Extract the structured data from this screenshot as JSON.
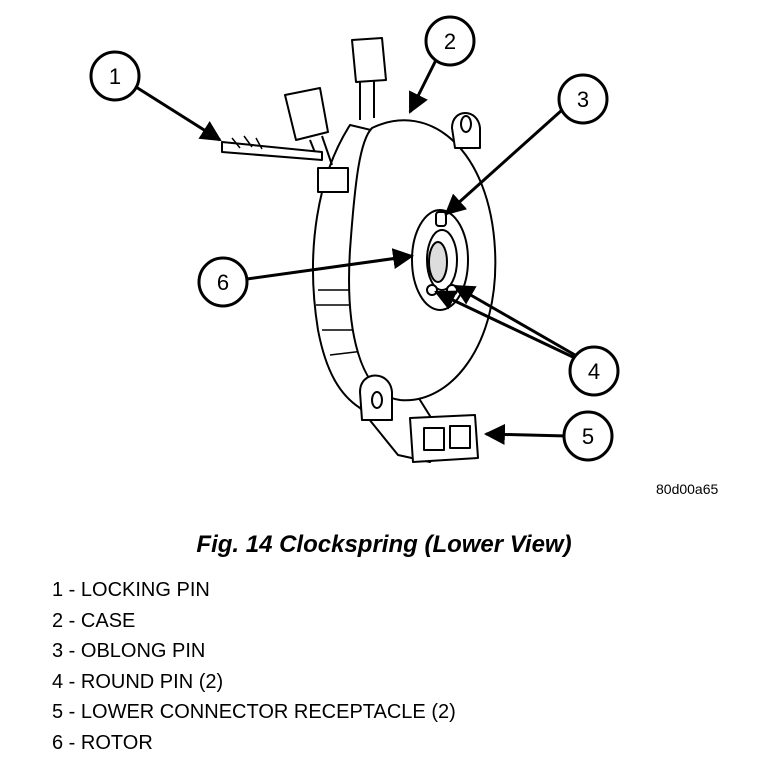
{
  "figure": {
    "code": "80d00a65",
    "caption": "Fig. 14 Clockspring (Lower View)",
    "callouts": [
      "1",
      "2",
      "3",
      "4",
      "5",
      "6"
    ],
    "legend": [
      {
        "num": "1",
        "sep": " - ",
        "label": "LOCKING PIN"
      },
      {
        "num": "2",
        "sep": " - ",
        "label": "CASE"
      },
      {
        "num": "3",
        "sep": " - ",
        "label": "OBLONG PIN"
      },
      {
        "num": "4",
        "sep": " - ",
        "label": "ROUND PIN (2)"
      },
      {
        "num": "5",
        "sep": " - ",
        "label": "LOWER CONNECTOR RECEPTACLE (2)"
      },
      {
        "num": "6",
        "sep": " - ",
        "label": "ROTOR"
      }
    ]
  }
}
